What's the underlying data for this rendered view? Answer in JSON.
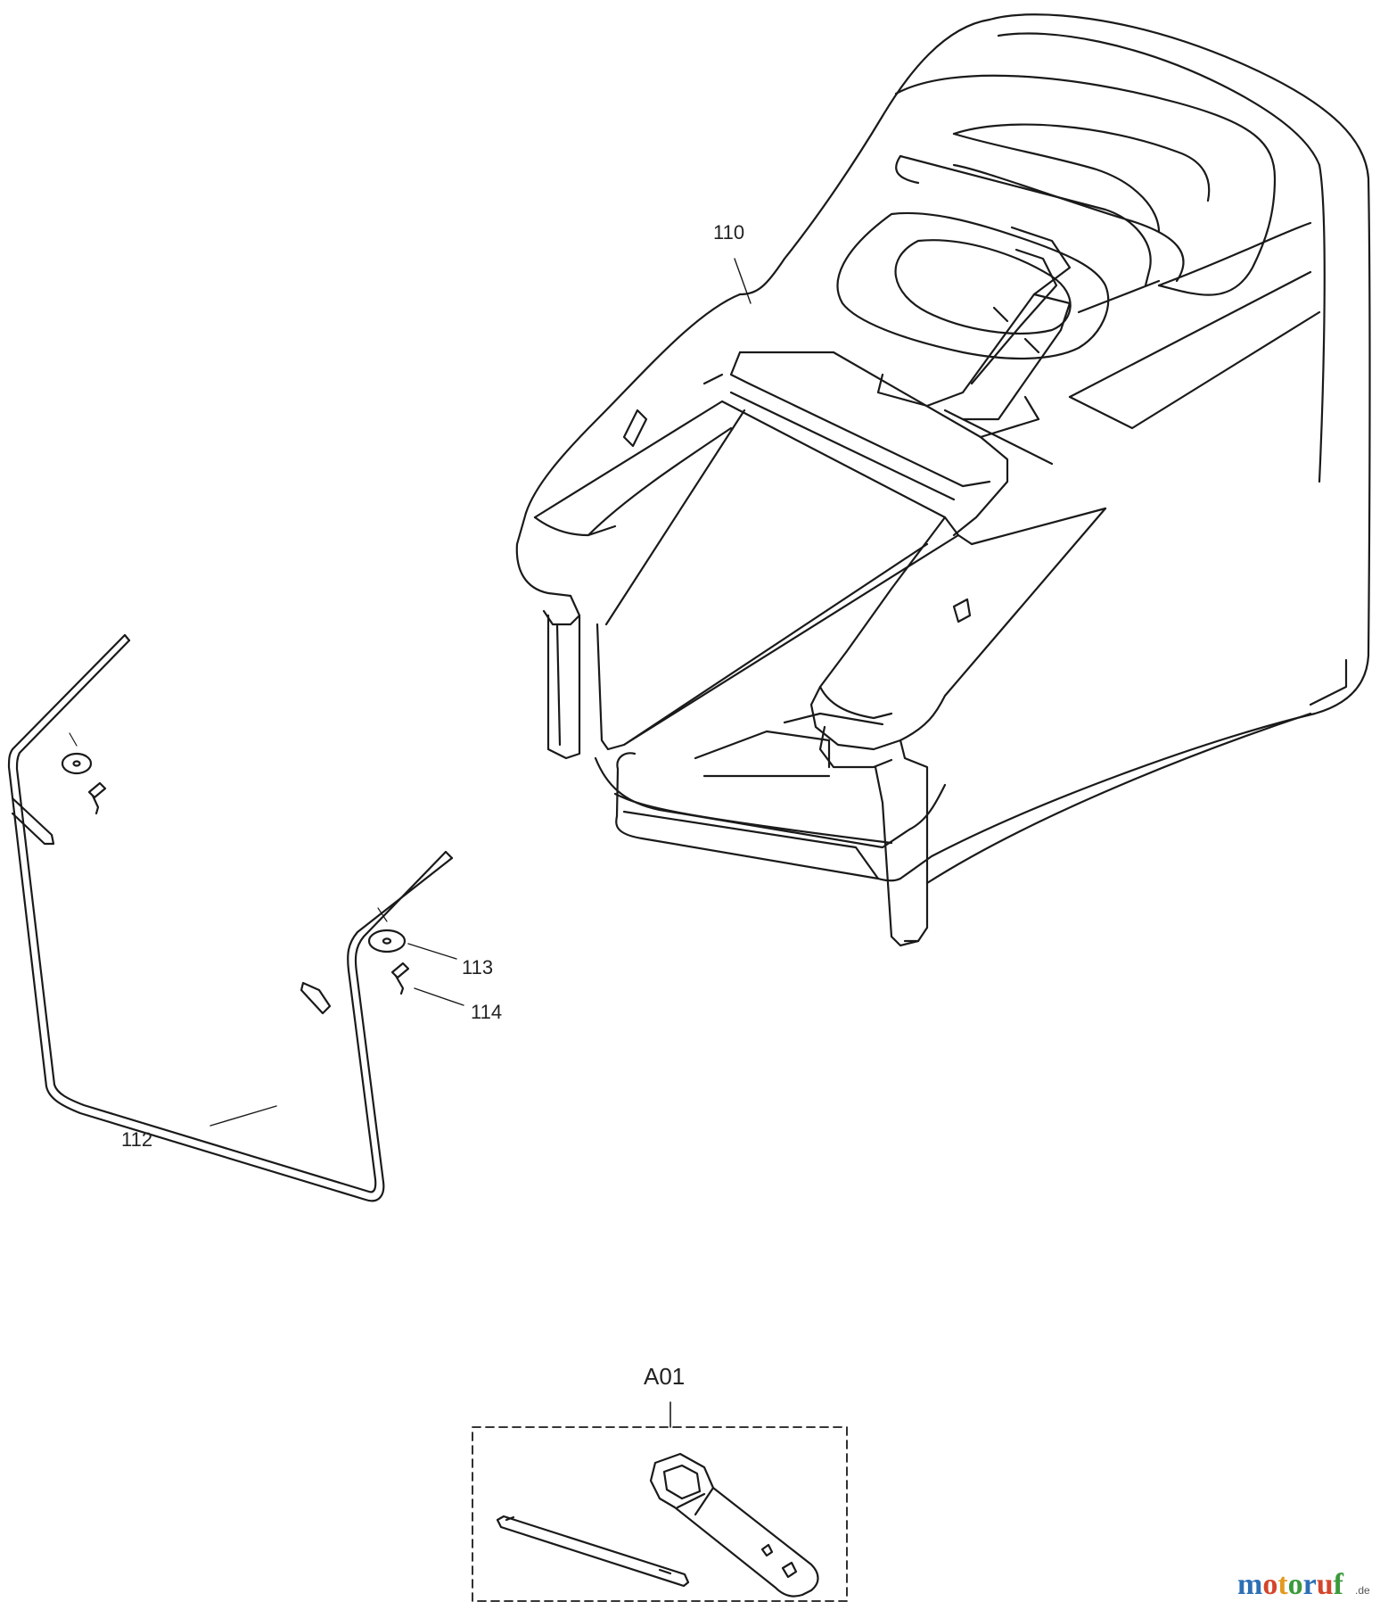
{
  "callouts": {
    "grass_bag": "110",
    "frame": "112",
    "washer": "113",
    "screw": "114"
  },
  "kit": {
    "label": "A01"
  },
  "watermark": {
    "text": "motoruf",
    "suffix": ".de"
  },
  "colors": {
    "line": "#1a1a1a",
    "background": "#ffffff",
    "watermark_m": "#2c6fb5",
    "watermark_o1": "#d4452b",
    "watermark_t": "#e39a1f",
    "watermark_o2": "#3b9a3b",
    "watermark_r": "#2c6fb5",
    "watermark_u": "#d4452b",
    "watermark_f": "#3b9a3b"
  }
}
